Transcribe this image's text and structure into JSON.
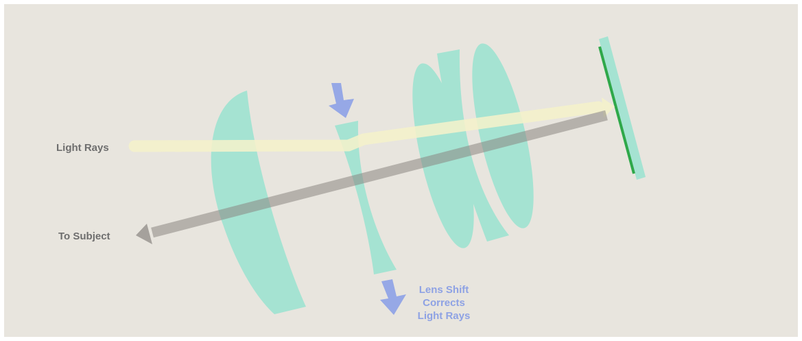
{
  "labels": {
    "light_rays": "Light Rays",
    "to_subject": "To Subject",
    "lens_shift_lines": [
      "Lens Shift",
      "Corrects",
      "Light Rays"
    ]
  },
  "icons": {
    "shift_arrows": [
      "arrow-down-icon",
      "arrow-down-icon"
    ],
    "ray_arrowheads": [
      "arrowhead-right-icon",
      "arrowhead-left-icon"
    ]
  },
  "colors": {
    "background": "#e8e5de",
    "lens": "#a5e3d2",
    "light_ray": "#f4f1cb",
    "subject_ray": "#8a8782",
    "shift_arrow": "#96a8e6",
    "sensor_line": "#2fa84a",
    "label_gray": "#6e6e6e",
    "label_blue": "#8ea2e4"
  }
}
